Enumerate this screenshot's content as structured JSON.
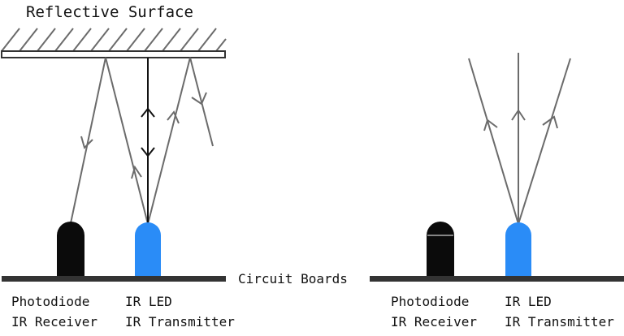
{
  "title": "Reflective Surface",
  "board_label": "Circuit Boards",
  "left": {
    "receiver": {
      "line1": "Photodiode",
      "line2": "IR Receiver"
    },
    "transmitter": {
      "line1": "IR LED",
      "line2": "IR Transmitter"
    }
  },
  "right": {
    "receiver": {
      "line1": "Photodiode",
      "line2": "IR Receiver"
    },
    "transmitter": {
      "line1": "IR LED",
      "line2": "IR Transmitter"
    }
  },
  "colors": {
    "photodiode": "#0b0b0b",
    "ir_led": "#2a8cf7",
    "board": "#333333",
    "ray": "#6b6b6b",
    "distance_arrow": "#111111"
  }
}
